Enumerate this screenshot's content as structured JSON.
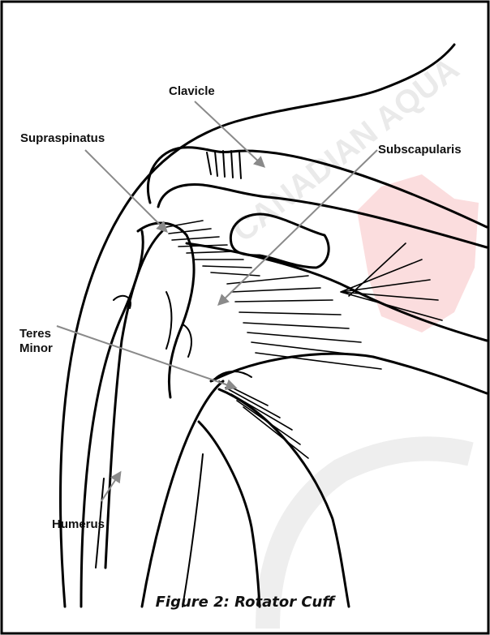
{
  "labels": {
    "clavicle": "Clavicle",
    "supraspinatus": "Supraspinatus",
    "subscapularis": "Subscapularis",
    "teres_line1": "Teres",
    "teres_line2": "Minor",
    "humerus": "Humerus"
  },
  "caption": "Figure 2: Rotator Cuff",
  "watermark": {
    "text": "CANADIAN AQUA",
    "color": "#d9d9d9"
  },
  "colors": {
    "leaf_watermark": "#e8444a",
    "pointer_arrows": "#8a8a8a",
    "ink": "#000000"
  }
}
